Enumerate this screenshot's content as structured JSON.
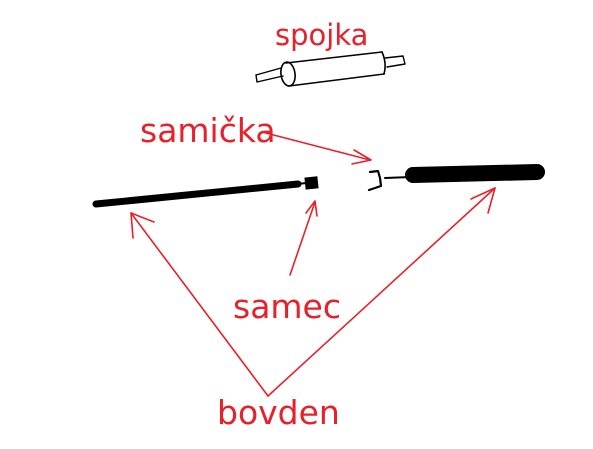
{
  "labels": {
    "spojka": "spojka",
    "samicka": "samička",
    "samec": "samec",
    "bovden": "bovden"
  },
  "colors": {
    "label": "#e8202a",
    "ink": "#000000",
    "background": "#ffffff"
  }
}
